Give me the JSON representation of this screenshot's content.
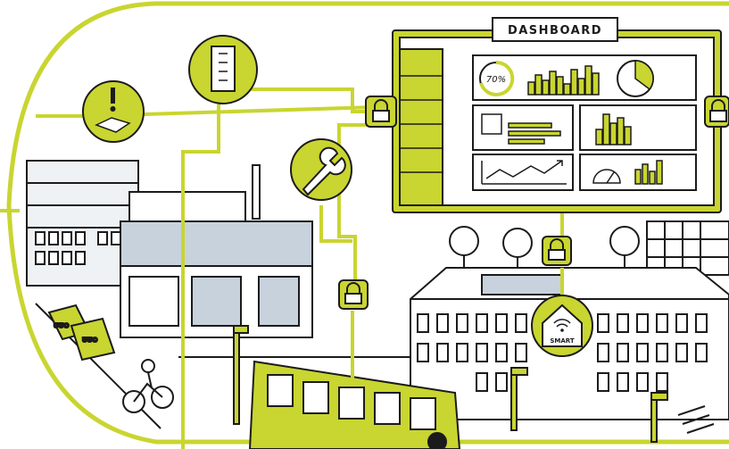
{
  "dashboard": {
    "title": "DASHBOARD",
    "gauge_label": "70%"
  },
  "smart_home": {
    "label": "SMART"
  },
  "bins": {
    "label": "UUO"
  },
  "colors": {
    "accent": "#c9d530",
    "ink": "#1b1b1b",
    "building_shadow": "#c7d2dc",
    "background": "#ffffff"
  },
  "icons": [
    "warning-alert-icon",
    "tower-gauge-icon",
    "wrench-icon",
    "lock-icon",
    "smart-home-wifi-icon"
  ]
}
